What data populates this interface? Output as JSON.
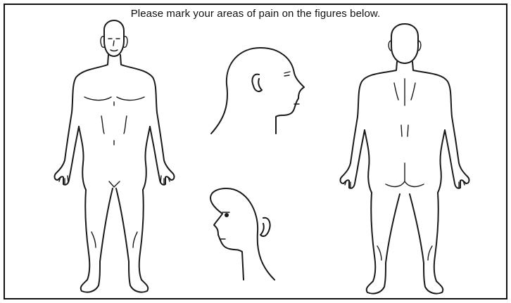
{
  "form": {
    "instructions": "Please mark your areas of pain on the figures below."
  },
  "figures": [
    {
      "id": "front",
      "icon": "body-front-icon"
    },
    {
      "id": "head-right",
      "icon": "head-profile-right-icon"
    },
    {
      "id": "head-left",
      "icon": "head-profile-left-icon"
    },
    {
      "id": "back",
      "icon": "body-back-icon"
    }
  ],
  "colors": {
    "ink": "#1a1a1a",
    "background": "#ffffff",
    "border": "#111111"
  }
}
